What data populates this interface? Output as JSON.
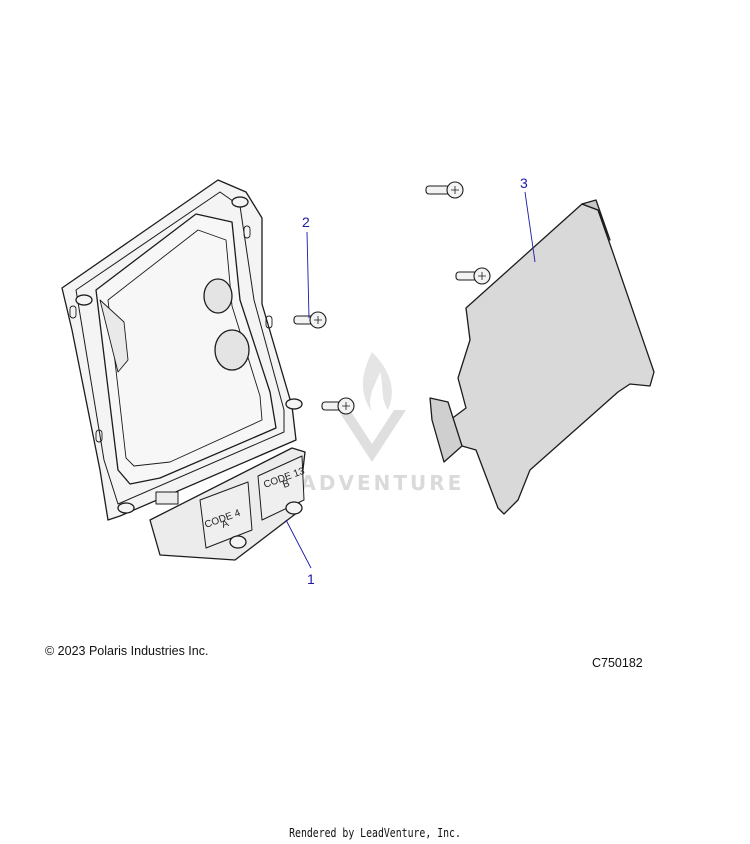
{
  "callouts": [
    "1",
    "2",
    "3"
  ],
  "module_labels": {
    "code_a": "CODE 4",
    "letter_a": "A",
    "code_b": "CODE 13",
    "letter_b": "B"
  },
  "watermark": {
    "brand_text": "LEADVENTURE"
  },
  "footer": {
    "copyright": "© 2023 Polaris Industries Inc.",
    "figure_code": "C750182",
    "rendered_by": "Rendered by LeadVenture, Inc."
  },
  "colors": {
    "callout": "#1a1aa6",
    "line_art": "#1c1c1c",
    "module_fill": "#efefef",
    "shield_fill": "#d9d9d9"
  }
}
